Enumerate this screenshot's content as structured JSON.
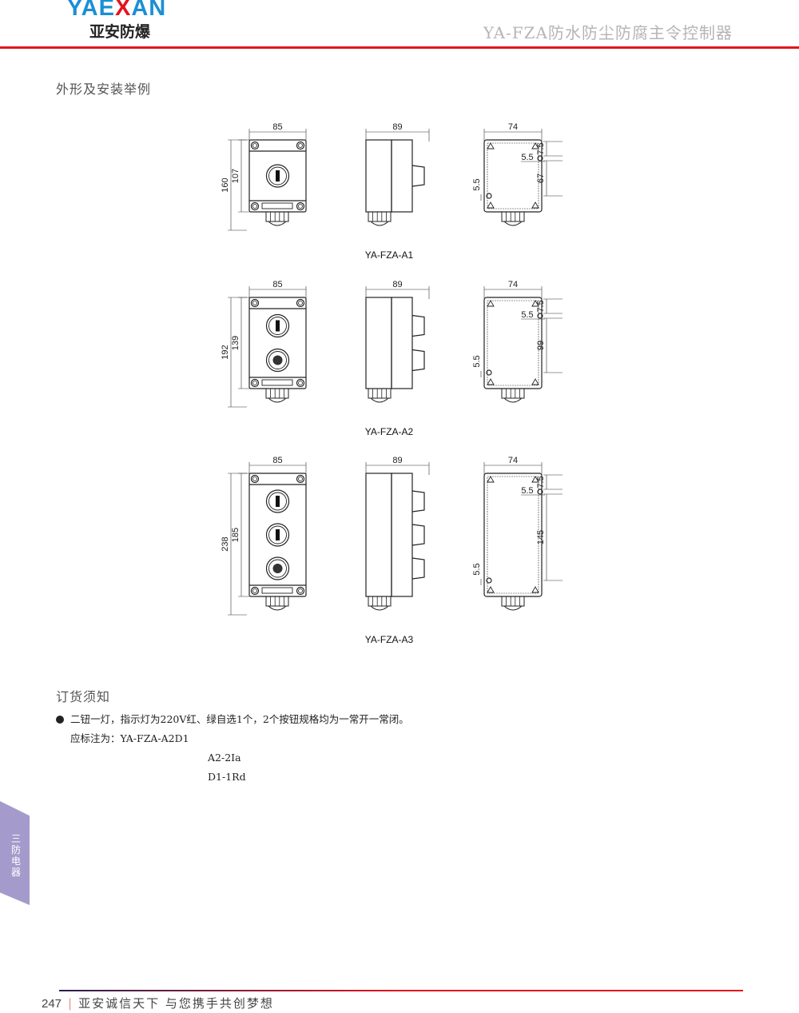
{
  "header": {
    "logo_en_1": "YAE",
    "logo_en_x": "X",
    "logo_en_2": "AN",
    "logo_cn": "亚安防爆",
    "title": "YA-FZA防水防尘防腐主令控制器"
  },
  "sections": {
    "outline": "外形及安装举例",
    "ordering": "订货须知"
  },
  "drawings": [
    {
      "model": "YA-FZA-A1",
      "buttons": [
        "button",
        "none"
      ],
      "width": "85",
      "depth": "89",
      "total_height": "160",
      "body_height": "107",
      "mount_width": "74",
      "mount_offset": "7.5",
      "hole": "5.5",
      "hole_left": "5.5",
      "mount_height": "67"
    },
    {
      "model": "YA-FZA-A2",
      "buttons": [
        "button",
        "lamp"
      ],
      "width": "85",
      "depth": "89",
      "total_height": "192",
      "body_height": "139",
      "mount_width": "74",
      "mount_offset": "7.5",
      "hole": "5.5",
      "hole_left": "5.5",
      "mount_height": "99"
    },
    {
      "model": "YA-FZA-A3",
      "buttons": [
        "button",
        "button",
        "lamp"
      ],
      "width": "85",
      "depth": "89",
      "total_height": "238",
      "body_height": "185",
      "mount_width": "74",
      "mount_offset": "7.5",
      "hole": "5.5",
      "hole_left": "5.5",
      "mount_height": "145"
    }
  ],
  "notes": {
    "line1": "二钮一灯，指示灯为220V红、绿自选1个，2个按钮规格均为一常开一常闭。",
    "line2": "应标注为：YA-FZA-A2D1",
    "line3": "A2-2Ⅰa",
    "line4": "D1-1Rd"
  },
  "side_tab": "三防电器",
  "footer": {
    "page": "247",
    "slogan": "亚安诚信天下 与您携手共创梦想"
  },
  "colors": {
    "accent": "#e3141d",
    "logo_blue": "#1b8fd6",
    "tab": "#a49bcc"
  }
}
